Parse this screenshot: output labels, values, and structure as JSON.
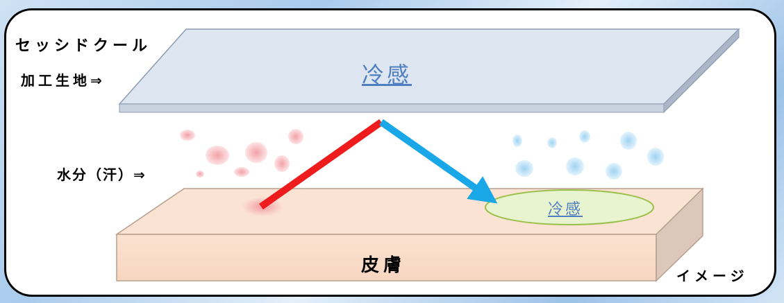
{
  "labels": {
    "fabric_line1": "セッシドクール",
    "fabric_line2": "加工生地⇒",
    "moisture": "水分（汗）⇒",
    "image_note": "イメージ",
    "skin": "皮膚",
    "cool_top": "冷感",
    "cool_skin": "冷感"
  },
  "colors": {
    "fabric_top": "#dde6f1",
    "skin_top": "#fbe3d4",
    "red_arrow": "#ee1c1c",
    "blue_arrow": "#1aa7e8",
    "link_text": "#4f7fc0",
    "ellipse_fill": "#e8f3cf"
  }
}
